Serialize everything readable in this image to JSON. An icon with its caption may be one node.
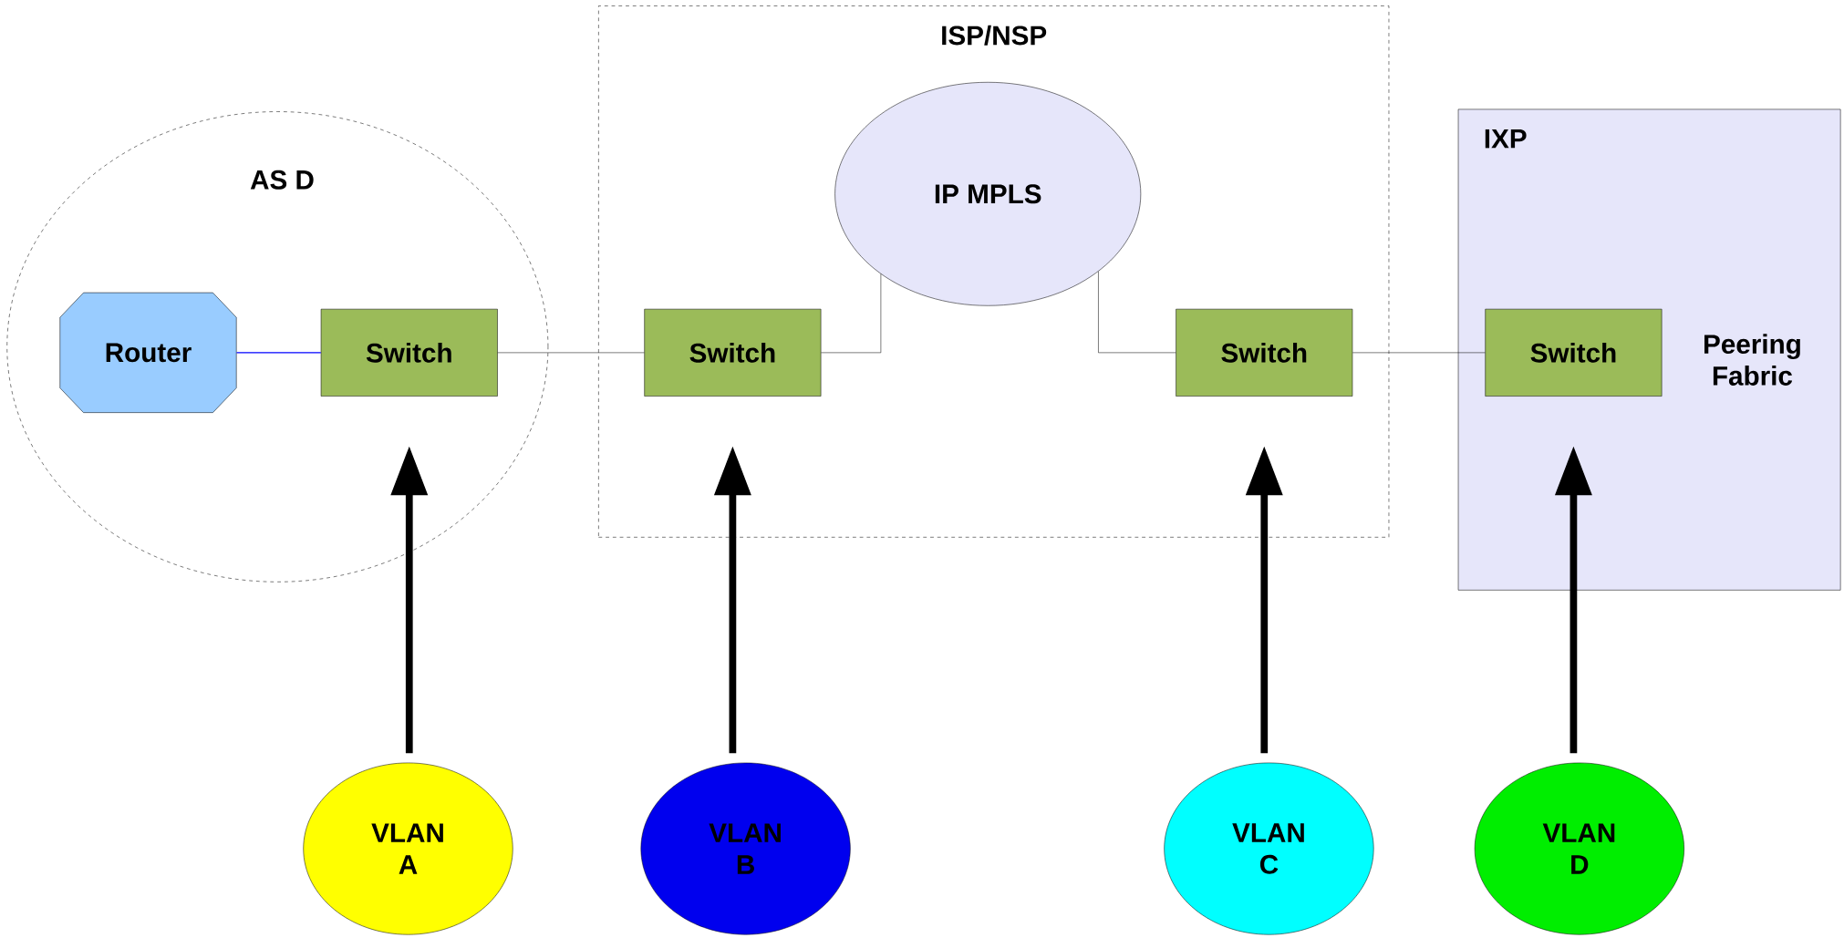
{
  "diagram": {
    "nodes": [
      {
        "text": [
          "AS D"
        ]
      },
      {
        "text": [
          "ISP/NSP"
        ]
      },
      {
        "text": [
          "IXP",
          "Peering Fabric"
        ]
      },
      {
        "text": [
          "Router"
        ],
        "in": 0
      },
      {
        "text": [
          "Switch"
        ],
        "in": 0
      },
      {
        "text": [
          "IP MPLS"
        ],
        "in": 1
      },
      {
        "text": [
          "Switch"
        ],
        "in": 1
      },
      {
        "text": [
          "Switch"
        ],
        "in": 1
      },
      {
        "text": [
          "Switch"
        ],
        "in": 2
      },
      {
        "text": [
          "VLAN A"
        ]
      },
      {
        "text": [
          "VLAN B"
        ]
      },
      {
        "text": [
          "VLAN C"
        ]
      },
      {
        "text": [
          "VLAN D"
        ]
      }
    ],
    "edges": [
      {
        "from": 3,
        "to": 4,
        "arrow": "none",
        "color": "#0000ff"
      },
      {
        "from": 4,
        "to": 6,
        "arrow": "none"
      },
      {
        "from": 6,
        "to": 5,
        "arrow": "none"
      },
      {
        "from": 5,
        "to": 7,
        "arrow": "none"
      },
      {
        "from": 7,
        "to": 8,
        "arrow": "none"
      },
      {
        "from": 9,
        "to": 4,
        "arrow": "to",
        "style": "thick"
      },
      {
        "from": 10,
        "to": 6,
        "arrow": "to",
        "style": "thick"
      },
      {
        "from": 11,
        "to": 7,
        "arrow": "to",
        "style": "thick"
      },
      {
        "from": 12,
        "to": 8,
        "arrow": "to",
        "style": "thick"
      }
    ]
  }
}
